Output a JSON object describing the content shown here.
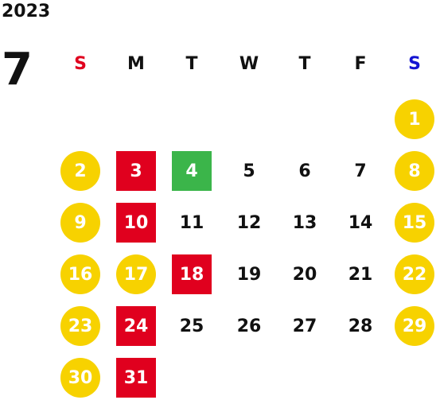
{
  "calendar": {
    "year": "2023",
    "month": "7",
    "colors": {
      "weekend_circle": "#f7d200",
      "holiday_square": "#e0001e",
      "today_square": "#3bb54a",
      "sunday_label": "#e0001e",
      "saturday_label": "#1414d2",
      "text": "#111111"
    },
    "weekdays": [
      {
        "label": "S",
        "color": "#e0001e"
      },
      {
        "label": "M",
        "color": "#111111"
      },
      {
        "label": "T",
        "color": "#111111"
      },
      {
        "label": "W",
        "color": "#111111"
      },
      {
        "label": "T",
        "color": "#111111"
      },
      {
        "label": "F",
        "color": "#111111"
      },
      {
        "label": "S",
        "color": "#1414d2"
      }
    ],
    "days": [
      {
        "label": "1",
        "week": 0,
        "col": 6,
        "style": "circle"
      },
      {
        "label": "2",
        "week": 1,
        "col": 0,
        "style": "circle"
      },
      {
        "label": "3",
        "week": 1,
        "col": 1,
        "style": "holiday"
      },
      {
        "label": "4",
        "week": 1,
        "col": 2,
        "style": "today"
      },
      {
        "label": "5",
        "week": 1,
        "col": 3,
        "style": "plain"
      },
      {
        "label": "6",
        "week": 1,
        "col": 4,
        "style": "plain"
      },
      {
        "label": "7",
        "week": 1,
        "col": 5,
        "style": "plain"
      },
      {
        "label": "8",
        "week": 1,
        "col": 6,
        "style": "circle"
      },
      {
        "label": "9",
        "week": 2,
        "col": 0,
        "style": "circle"
      },
      {
        "label": "10",
        "week": 2,
        "col": 1,
        "style": "holiday"
      },
      {
        "label": "11",
        "week": 2,
        "col": 2,
        "style": "plain"
      },
      {
        "label": "12",
        "week": 2,
        "col": 3,
        "style": "plain"
      },
      {
        "label": "13",
        "week": 2,
        "col": 4,
        "style": "plain"
      },
      {
        "label": "14",
        "week": 2,
        "col": 5,
        "style": "plain"
      },
      {
        "label": "15",
        "week": 2,
        "col": 6,
        "style": "circle"
      },
      {
        "label": "16",
        "week": 3,
        "col": 0,
        "style": "circle"
      },
      {
        "label": "17",
        "week": 3,
        "col": 1,
        "style": "circle"
      },
      {
        "label": "18",
        "week": 3,
        "col": 2,
        "style": "holiday"
      },
      {
        "label": "19",
        "week": 3,
        "col": 3,
        "style": "plain"
      },
      {
        "label": "20",
        "week": 3,
        "col": 4,
        "style": "plain"
      },
      {
        "label": "21",
        "week": 3,
        "col": 5,
        "style": "plain"
      },
      {
        "label": "22",
        "week": 3,
        "col": 6,
        "style": "circle"
      },
      {
        "label": "23",
        "week": 4,
        "col": 0,
        "style": "circle"
      },
      {
        "label": "24",
        "week": 4,
        "col": 1,
        "style": "holiday"
      },
      {
        "label": "25",
        "week": 4,
        "col": 2,
        "style": "plain"
      },
      {
        "label": "26",
        "week": 4,
        "col": 3,
        "style": "plain"
      },
      {
        "label": "27",
        "week": 4,
        "col": 4,
        "style": "plain"
      },
      {
        "label": "28",
        "week": 4,
        "col": 5,
        "style": "plain"
      },
      {
        "label": "29",
        "week": 4,
        "col": 6,
        "style": "circle"
      },
      {
        "label": "30",
        "week": 5,
        "col": 0,
        "style": "circle"
      },
      {
        "label": "31",
        "week": 5,
        "col": 1,
        "style": "holiday"
      }
    ]
  }
}
